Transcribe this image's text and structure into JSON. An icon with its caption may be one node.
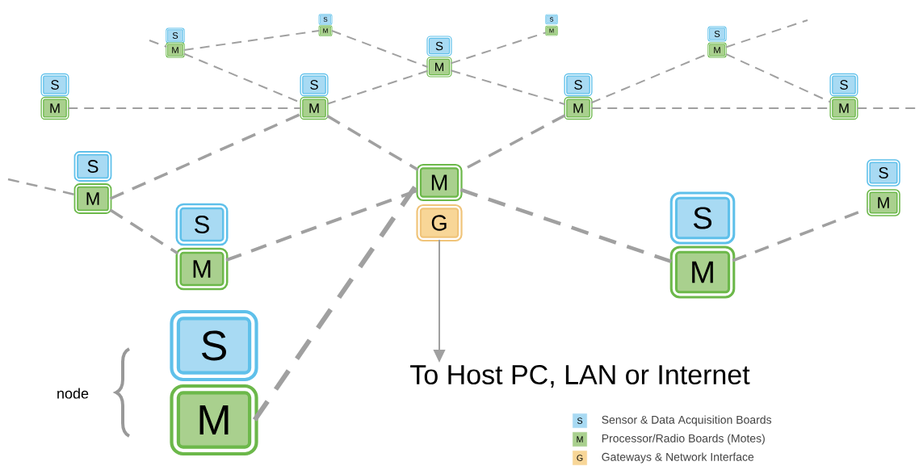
{
  "diagram": {
    "nodes": [
      {
        "text": [
          "S"
        ]
      },
      {
        "text": [
          "M"
        ]
      },
      {
        "text": [
          "S"
        ]
      },
      {
        "text": [
          "M"
        ]
      },
      {
        "text": [
          "S"
        ]
      },
      {
        "text": [
          "M"
        ]
      },
      {
        "text": [
          "S"
        ]
      },
      {
        "text": [
          "M"
        ]
      },
      {
        "text": [
          "S"
        ]
      },
      {
        "text": [
          "M"
        ]
      },
      {
        "text": [
          "S"
        ]
      },
      {
        "text": [
          "M"
        ]
      },
      {
        "text": [
          "S"
        ]
      },
      {
        "text": [
          "M"
        ]
      },
      {
        "text": [
          "S"
        ]
      },
      {
        "text": [
          "M"
        ]
      },
      {
        "text": [
          "S"
        ]
      },
      {
        "text": [
          "M"
        ]
      },
      {
        "text": [
          "S"
        ]
      },
      {
        "text": [
          "M"
        ]
      },
      {
        "text": [
          "S"
        ]
      },
      {
        "text": [
          "M"
        ]
      },
      {
        "text": [
          "M"
        ]
      },
      {
        "text": [
          "G"
        ]
      },
      {
        "text": [
          "S"
        ]
      },
      {
        "text": [
          "M"
        ]
      },
      {
        "text": [
          "S"
        ]
      },
      {
        "text": [
          "M"
        ]
      },
      {
        "text": [
          "S"
        ]
      },
      {
        "text": [
          "M"
        ]
      },
      {
        "text": [
          "To Host PC, LAN or Internet"
        ]
      }
    ],
    "edges": [
      {
        "from": null,
        "to": 1,
        "arrow": "none",
        "style": "dashed"
      },
      {
        "from": 1,
        "to": 3,
        "arrow": "none",
        "style": "dashed"
      },
      {
        "from": 1,
        "to": 13,
        "arrow": "none",
        "style": "dashed"
      },
      {
        "from": 3,
        "to": 5,
        "arrow": "none",
        "style": "dashed"
      },
      {
        "from": 5,
        "to": 13,
        "arrow": "none",
        "style": "dashed"
      },
      {
        "from": 5,
        "to": 7,
        "arrow": "none",
        "style": "dashed"
      },
      {
        "from": 5,
        "to": 15,
        "arrow": "none",
        "style": "dashed"
      },
      {
        "from": 15,
        "to": 9,
        "arrow": "none",
        "style": "dashed"
      },
      {
        "from": 9,
        "to": 17,
        "arrow": "none",
        "style": "dashed"
      },
      {
        "from": 9,
        "to": null,
        "arrow": "none",
        "style": "dashed"
      },
      {
        "from": 11,
        "to": 13,
        "arrow": "none",
        "style": "dashed"
      },
      {
        "from": 15,
        "to": 17,
        "arrow": "none",
        "style": "dashed"
      },
      {
        "from": 17,
        "to": null,
        "arrow": "none",
        "style": "dashed"
      },
      {
        "from": 13,
        "to": 22,
        "arrow": "none",
        "style": "dashed"
      },
      {
        "from": 15,
        "to": 22,
        "arrow": "none",
        "style": "dashed"
      },
      {
        "from": null,
        "to": 19,
        "arrow": "none",
        "style": "dashed"
      },
      {
        "from": 19,
        "to": 13,
        "arrow": "none",
        "style": "dashed"
      },
      {
        "from": 19,
        "to": 25,
        "arrow": "none",
        "style": "dashed"
      },
      {
        "from": 25,
        "to": 22,
        "arrow": "none",
        "style": "dashed"
      },
      {
        "from": 29,
        "to": 22,
        "arrow": "none",
        "style": "dashed"
      },
      {
        "from": 22,
        "to": 27,
        "arrow": "none",
        "style": "dashed"
      },
      {
        "from": 27,
        "to": 21,
        "arrow": "none",
        "style": "dashed"
      },
      {
        "from": 23,
        "to": 30,
        "arrow": "to"
      }
    ],
    "labels": [
      "node",
      "S",
      "M",
      "G"
    ],
    "legend": [
      {
        "text": "Sensor & Data Acquisition Boards",
        "color": "#a8daf3"
      },
      {
        "text": "Processor/Radio Boards (Motes)",
        "color": "#a9d08e"
      },
      {
        "text": "Gateways & Network Interface",
        "color": "#f8d697"
      }
    ]
  }
}
